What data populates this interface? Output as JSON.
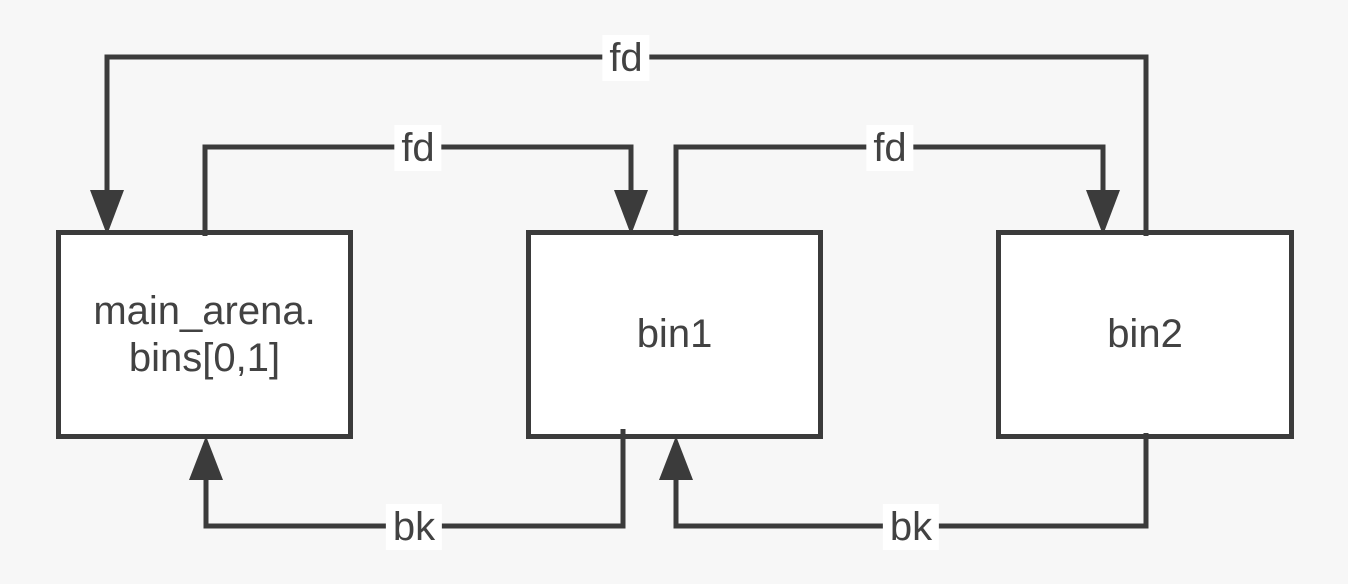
{
  "diagram": {
    "type": "linked-list-diagram",
    "nodes": {
      "main_arena": {
        "label_line1": "main_arena.",
        "label_line2": "bins[0,1]"
      },
      "bin1": {
        "label": "bin1"
      },
      "bin2": {
        "label": "bin2"
      }
    },
    "edges": {
      "fd_bin2_to_main_arena": {
        "label": "fd"
      },
      "fd_main_arena_to_bin1": {
        "label": "fd"
      },
      "fd_bin1_to_bin2": {
        "label": "fd"
      },
      "bk_bin1_to_main_arena": {
        "label": "bk"
      },
      "bk_bin2_to_bin1": {
        "label": "bk"
      }
    },
    "colors": {
      "background": "#f7f7f7",
      "node_fill": "#ffffff",
      "stroke": "#3b3b3b",
      "text": "#424242",
      "edge_label_background": "#ffffff"
    }
  }
}
